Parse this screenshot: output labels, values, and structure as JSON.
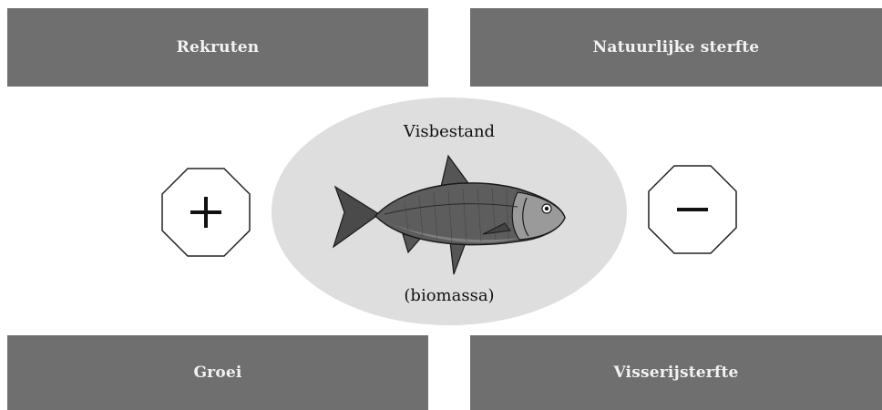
{
  "boxes": {
    "top_left": "Rekruten",
    "top_right": "Natuurlijke sterfte",
    "bottom_left": "Groei",
    "bottom_right": "Visserijsterfte"
  },
  "center": {
    "label_top": "Visbestand",
    "label_bottom": "(biomassa)",
    "image": "fish-illustration"
  },
  "signs": {
    "left": "plus-icon",
    "right": "minus-icon"
  },
  "colors": {
    "box_fill": "#6f6f6f",
    "box_text": "#f2f2f2",
    "ellipse_fill": "#dedede"
  }
}
